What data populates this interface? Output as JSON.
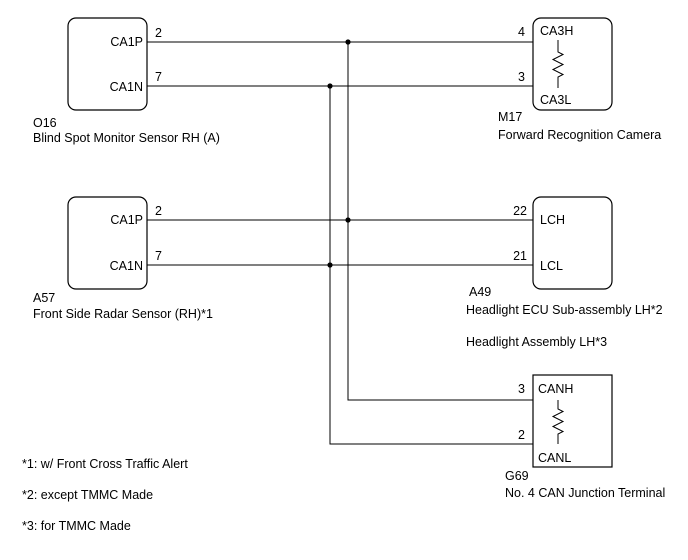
{
  "components": {
    "o16": {
      "code": "O16",
      "name": "Blind Spot Monitor Sensor RH (A)",
      "pin_p": {
        "label": "CA1P",
        "num": "2"
      },
      "pin_n": {
        "label": "CA1N",
        "num": "7"
      }
    },
    "m17": {
      "code": "M17",
      "name": "Forward Recognition Camera",
      "pin_h": {
        "label": "CA3H",
        "num": "4"
      },
      "pin_l": {
        "label": "CA3L",
        "num": "3"
      }
    },
    "a57": {
      "code": "A57",
      "name": "Front Side Radar Sensor (RH)*1",
      "pin_p": {
        "label": "CA1P",
        "num": "2"
      },
      "pin_n": {
        "label": "CA1N",
        "num": "7"
      }
    },
    "a49": {
      "code": "A49",
      "name": "Headlight ECU Sub-assembly LH*2",
      "alt_name": "Headlight Assembly LH*3",
      "pin_h": {
        "label": "LCH",
        "num": "22"
      },
      "pin_l": {
        "label": "LCL",
        "num": "21"
      }
    },
    "g69": {
      "code": "G69",
      "name": "No. 4 CAN Junction Terminal",
      "pin_h": {
        "label": "CANH",
        "num": "3"
      },
      "pin_l": {
        "label": "CANL",
        "num": "2"
      }
    }
  },
  "notes": [
    "*1: w/ Front Cross Traffic Alert",
    "*2: except TMMC Made",
    "*3: for TMMC Made"
  ]
}
